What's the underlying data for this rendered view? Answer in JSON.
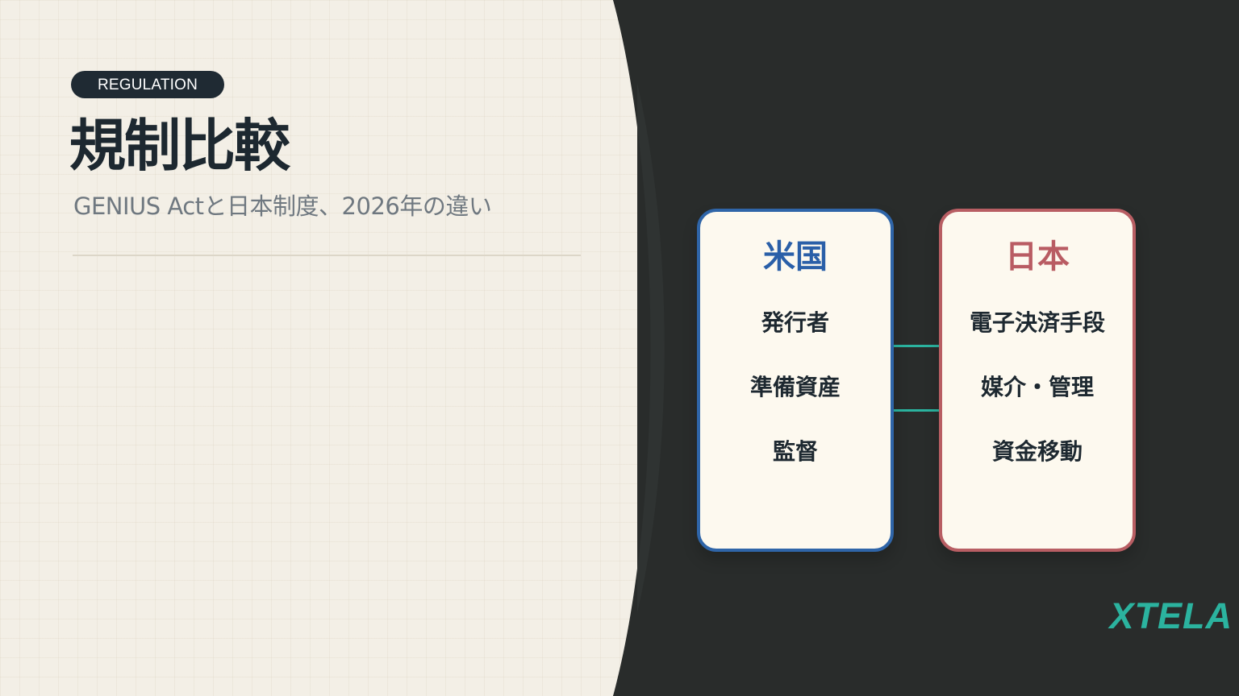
{
  "tag": "REGULATION",
  "title": "規制比較",
  "subtitle": "GENIUS Actと日本制度、2026年の違い",
  "comparison": {
    "us": {
      "heading": "米国",
      "items": [
        "発行者",
        "準備資産",
        "監督"
      ]
    },
    "japan": {
      "heading": "日本",
      "items": [
        "電子決済手段",
        "媒介・管理",
        "資金移動"
      ]
    }
  },
  "logo": "XTELA",
  "colors": {
    "us_accent": "#2f65a8",
    "japan_accent": "#b85e63",
    "connector": "#2bb39f",
    "brand": "#2bb39f",
    "dark_background": "#292c2b",
    "light_background": "#f3efe6"
  }
}
